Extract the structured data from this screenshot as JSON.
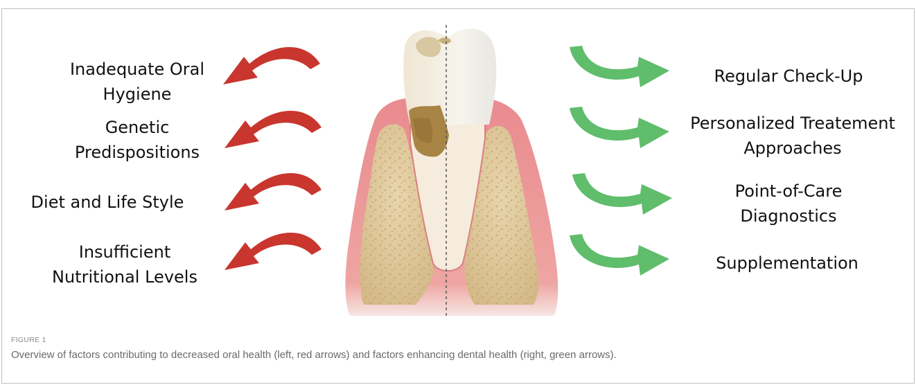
{
  "figure": {
    "left_factors": [
      {
        "text": "Inadequate Oral\nHygiene"
      },
      {
        "text": "Genetic\nPredispositions"
      },
      {
        "text": "Diet and Life Style"
      },
      {
        "text": "Insufficient\nNutritional Levels"
      }
    ],
    "right_factors": [
      {
        "text": "Regular Check-Up"
      },
      {
        "text": "Personalized Treatement\nApproaches"
      },
      {
        "text": "Point-of-Care\nDiagnostics"
      },
      {
        "text": "Supplementation"
      }
    ],
    "colors": {
      "red_arrow": "#c8362e",
      "green_arrow": "#5fbd6c",
      "gum": "#e8868a",
      "bone": "#dcc59a",
      "enamel": "#f4f1ea",
      "tartar": "#a88544"
    },
    "caption_label": "FIGURE 1",
    "caption_text": "Overview of factors contributing to decreased oral health (left, red arrows) and factors enhancing dental health (right, green arrows)."
  }
}
